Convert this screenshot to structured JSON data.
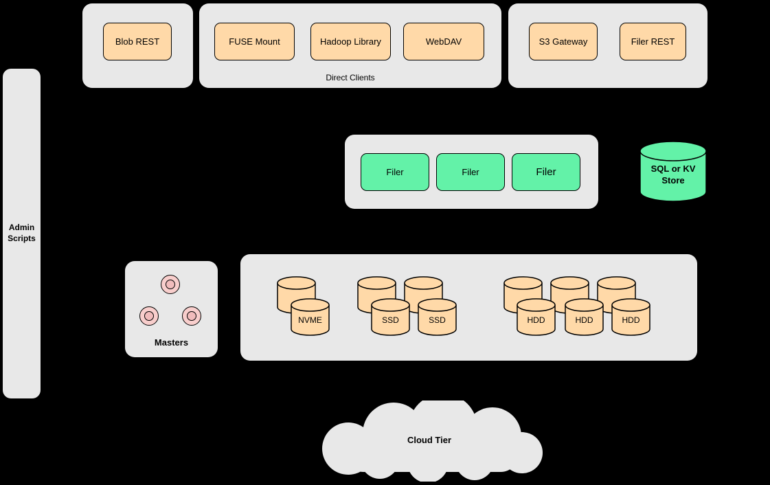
{
  "colors": {
    "background": "#000000",
    "panel": "#e8e8e8",
    "node_orange": "#ffd9a8",
    "node_green": "#63f2a8",
    "master_pink": "#f8cecc",
    "stroke": "#000000"
  },
  "top": {
    "blob_group": {
      "node": "Blob REST"
    },
    "clients_group": {
      "nodes": [
        "FUSE Mount",
        "Hadoop Library",
        "WebDAV"
      ],
      "caption": "Direct Clients"
    },
    "gateway_group": {
      "nodes": [
        "S3 Gateway",
        "Filer REST"
      ]
    }
  },
  "admin": {
    "label": "Admin Scripts"
  },
  "filer_group": {
    "nodes": [
      "Filer",
      "Filer",
      "Filer"
    ]
  },
  "sql_store": {
    "label": "SQL or KV Store"
  },
  "masters": {
    "label": "Masters"
  },
  "volume_group": {
    "nvme": {
      "label": "NVME"
    },
    "ssd": {
      "labels": [
        "SSD",
        "SSD"
      ]
    },
    "hdd": {
      "labels": [
        "HDD",
        "HDD",
        "HDD"
      ]
    }
  },
  "cloud": {
    "label": "Cloud Tier"
  }
}
